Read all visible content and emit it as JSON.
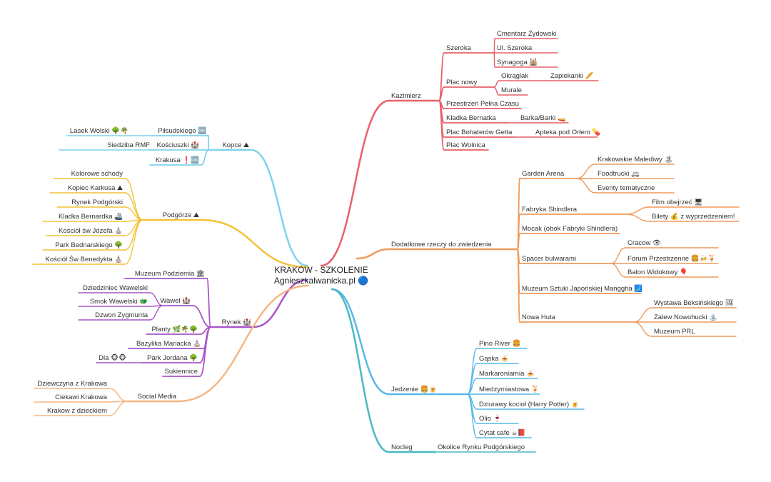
{
  "root": {
    "line1": "KRAKÓW - SZKOLENIE",
    "line2": "Agnieszkalwanicka.pl 🔵"
  },
  "colors": {
    "kazimierz": "#e8606a",
    "dodatkowe": "#ef9a5b",
    "jedzenie": "#56b8e8",
    "nocleg": "#4bb8c4",
    "kopce": "#7fd3ee",
    "podgorze": "#f2c235",
    "rynek": "#a855c8",
    "social": "#f6b680"
  },
  "branches": {
    "kazimierz": {
      "label": "Kazimierz",
      "szeroka": {
        "label": "Szeroka",
        "items": [
          "Cmentarz Żydowski",
          "Ul. Szeroka",
          "Synagoga 🕍"
        ]
      },
      "plac_nowy": {
        "label": "Plac nowy",
        "okraglak": "Okrąglak",
        "zapiekanki": "Zapiekanki 🥖",
        "murale": "Murale"
      },
      "przestrzen": "Przestrzeń Pełna Czasu",
      "kladka": {
        "label": "Kładka Bernatka",
        "child": "Barka/Barki 🚤"
      },
      "bohaterow": {
        "label": "Plac Bohaterów Getta",
        "child": "Apteka pod Orłem 💊"
      },
      "wolnica": "Plac Wolnica"
    },
    "dodatkowe": {
      "label": "Dodatkowe rzeczy do zwiedzenia",
      "garden": {
        "label": "Garden Arena",
        "items": [
          "Krakowskie Malediwy 🏝",
          "Foodtrucki 🚐",
          "Eventy tematyczne"
        ]
      },
      "schindler": {
        "label": "Fabryka Shindlera",
        "items": [
          "Film obejrzeć 🖥",
          "Bilety 💰 z wyprzedzeniem!"
        ]
      },
      "mocak": "Mocak (obok Fabryki Shindlera)",
      "spacer": {
        "label": "Spacer bulwarami",
        "items": [
          "Cracow 👁",
          "Forum Przestrzenne 🍔🍻🍹",
          "Balon Widokowy 🎈"
        ]
      },
      "manggha": "Muzeum Sztuki Japońskiej Manggha 🗾",
      "nowa_huta": {
        "label": "Nowa Huta",
        "items": [
          "Wystawa Beksińskiego 🖼",
          "Zalew Nowohucki ⛲",
          "Muzeum PRL"
        ]
      }
    },
    "jedzenie": {
      "label": "Jedzenie 🍔🍺",
      "items": [
        "Pino River 🍔",
        "Gąska 🍝",
        "Markaroniarnia 🍝",
        "Miedzymiastowa 🍹",
        "Dziurawy kocioł (Harry Potter) 🍺",
        "Olio 🍷",
        "Cytat cafe ☕📕"
      ]
    },
    "nocleg": {
      "label": "Nocleg",
      "child": "Okolice Rynku Podgórskiego"
    },
    "kopce": {
      "label": "Kopce ⛰",
      "pilsudskiego": {
        "label": "Piłsudskiego 🆒",
        "child": "Lasek Wolski 🌳🌴"
      },
      "kosciuszki": {
        "label": "Kościuszki 🏰",
        "child": "Siedziba RMF"
      },
      "krakusa": "Krakusa ❗🆒"
    },
    "podgorze": {
      "label": "Podgórze ⛰",
      "items": [
        "Kolorowe schody",
        "Kopiec Karkusa ⛰",
        "Rynek Podgórski",
        "Kladka Bernardka 🚢",
        "Kościół św Józefa ⛪",
        "Park Bednarskiego 🌳",
        "Kościół Św Benedykta ⛪"
      ]
    },
    "rynek": {
      "label": "Rynek 🏰",
      "muzeum": "Muzeum Podziemia 🏛",
      "wawel": {
        "label": "Wawel 🏰",
        "items": [
          "Dziedziniec Wawelski",
          "Smok Wawelski 🐲",
          "Dzwon Zygmunta"
        ]
      },
      "planty": "Planty 🌿🌴🌳",
      "bazylika": "Bazylika Mariacka ⛪",
      "park": {
        "label": "Park Jordana 🌳",
        "child": "Dla 🐵🐵"
      },
      "sukiennice": "Sukiennice"
    },
    "social": {
      "label": "Social Media",
      "items": [
        "Dziewczyna z Krakowa",
        "Ciekawi Krakowa",
        "Krakow z dzieckiem"
      ]
    }
  }
}
